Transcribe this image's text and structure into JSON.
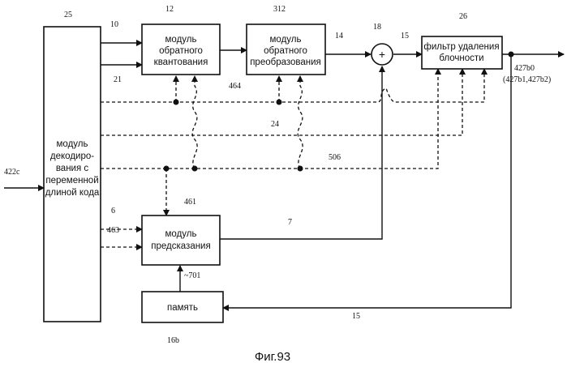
{
  "blocks": {
    "vld": [
      "модуль",
      "декодиро-",
      "вания с",
      "переменной",
      "длиной кода"
    ],
    "iq": [
      "модуль",
      "обратного",
      "квантования"
    ],
    "it": [
      "модуль",
      "обратного",
      "преобразования"
    ],
    "deblock": [
      "фильтр удаления",
      "блочности"
    ],
    "pred": [
      "модуль",
      "предсказания"
    ],
    "mem": [
      "память"
    ]
  },
  "adder_symbol": "+",
  "refs": {
    "r25": "25",
    "r12": "12",
    "r312": "312",
    "r18": "18",
    "r26": "26",
    "r10": "10",
    "r21": "21",
    "r14": "14",
    "r15a": "15",
    "r464": "464",
    "r24": "24",
    "r506": "506",
    "r422c": "422c",
    "r461": "461",
    "r6": "6",
    "r463": "463",
    "r7": "7",
    "r701": "~701",
    "r15b": "15",
    "r16b": "16b",
    "r427b0": "427b0",
    "r427b12": "(427b1,427b2)"
  },
  "caption": "Фиг.93"
}
